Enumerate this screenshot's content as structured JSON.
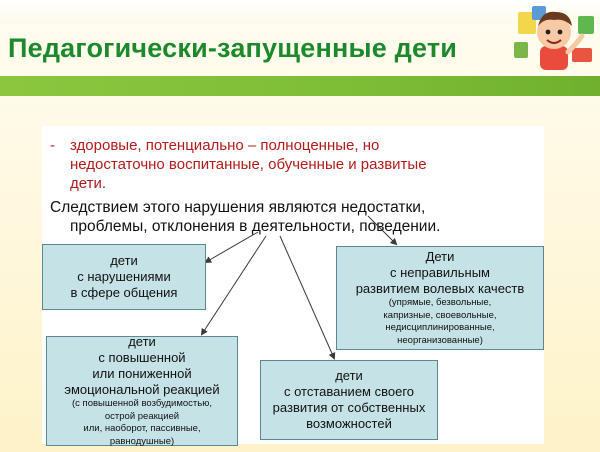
{
  "slide": {
    "title": "Педагогически-запущенные дети",
    "bullet_marker": "-",
    "bullet_lines": [
      "здоровые, потенциально – полноценные, но",
      "недостаточно воспитанные, обученные и развитые",
      "дети."
    ],
    "consequence_lines": [
      "Следствием этого нарушения являются недостатки,",
      "проблемы, отклонения в деятельности, поведении."
    ]
  },
  "boxes": {
    "communication": {
      "lines": [
        "дети",
        "с нарушениями",
        "в сфере общения"
      ]
    },
    "volitional": {
      "lines": [
        "Дети",
        "с неправильным",
        "развитием волевых качеств"
      ],
      "note_lines": [
        "(упрямые, безвольные,",
        "капризные, своевольные,",
        "недисциплинированные,",
        "неорганизованные)"
      ]
    },
    "emotional": {
      "lines": [
        "дети",
        "с повышенной",
        "или пониженной",
        "эмоциональной реакцией"
      ],
      "note_lines": [
        "(с повышенной возбудимостью,",
        "острой реакцией",
        "или, наоборот, пассивные,",
        "равнодушные)"
      ]
    },
    "lagging": {
      "lines": [
        "дети",
        "с отставанием своего",
        "развития от собственных",
        "возможностей"
      ]
    }
  },
  "colors": {
    "title": "#1c8a2c",
    "band": "#8cc63f",
    "bullet_text": "#b31b1b",
    "box_fill": "#c5e3e6",
    "box_border": "#5a8a8f"
  },
  "icons": {
    "corner_image": "cartoon-schoolboy-illustration"
  }
}
